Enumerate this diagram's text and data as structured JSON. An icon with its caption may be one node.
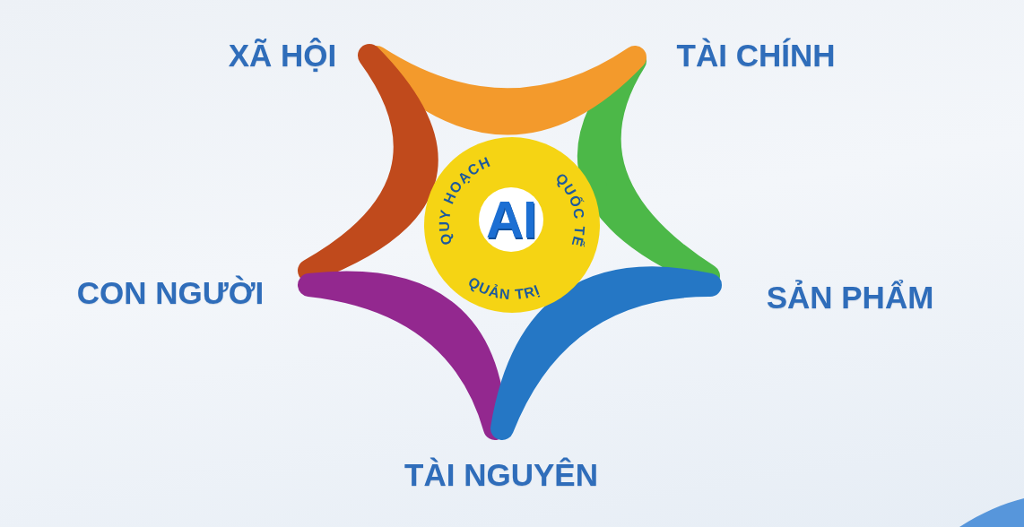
{
  "diagram": {
    "nodes": [
      {
        "text": [
          "QUY HOẠCH",
          "QUỐC TẾ",
          "QUẢN TRỊ"
        ]
      },
      {
        "text": [
          "AI"
        ],
        "in": 0
      }
    ],
    "labels": [
      "XÃ HỘI",
      "TÀI CHÍNH",
      "CON NGƯỜI",
      "SẢN PHẨM",
      "TÀI NGUYÊN"
    ]
  }
}
